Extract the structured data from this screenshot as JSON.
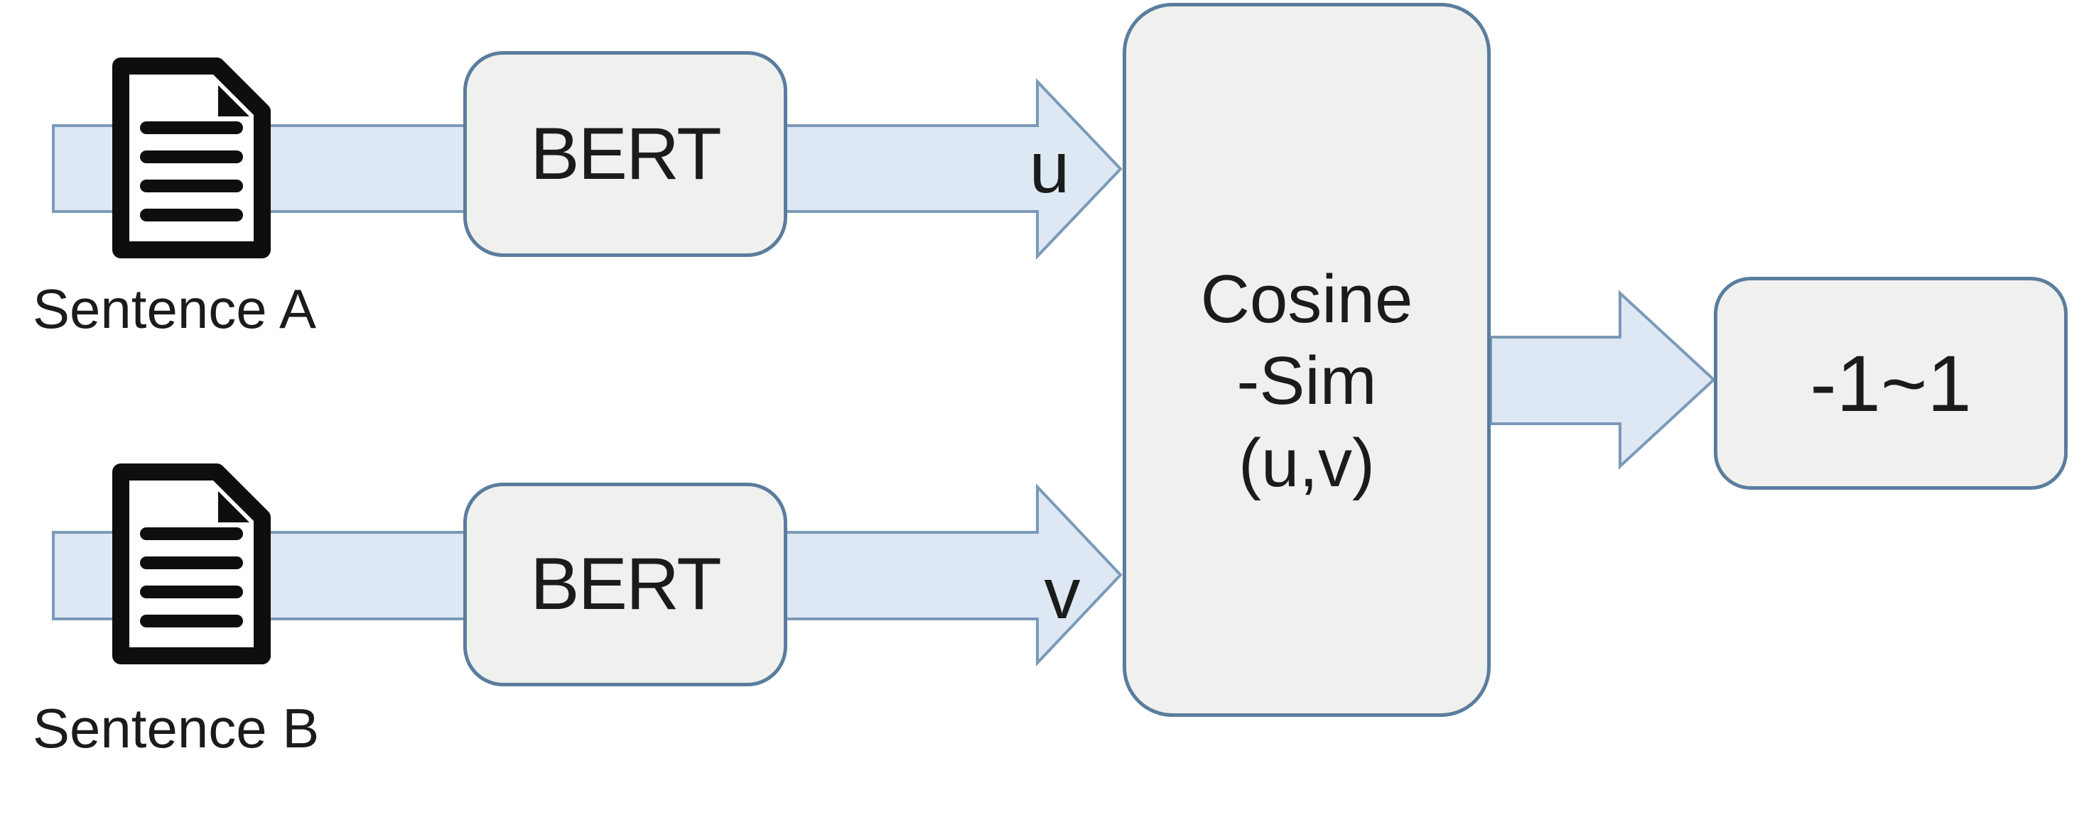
{
  "colors": {
    "background": "#ffffff",
    "arrow_fill": "#dde8f4",
    "arrow_stroke": "#7b99b8",
    "box_fill": "#f0f0ee",
    "box_stroke": "#5a7d9e",
    "icon_color": "#0e0e0e",
    "text_color": "#1b1b1b"
  },
  "rows": [
    {
      "source_label": "Sentence A",
      "source_icon": "document-icon",
      "encoder_label": "BERT",
      "vector_label": "u"
    },
    {
      "source_label": "Sentence B",
      "source_icon": "document-icon",
      "encoder_label": "BERT",
      "vector_label": "v"
    }
  ],
  "similarity": {
    "line1": "Cosine",
    "line2": "-Sim",
    "line3": "(u,v)"
  },
  "output": {
    "label": "-1~1"
  }
}
